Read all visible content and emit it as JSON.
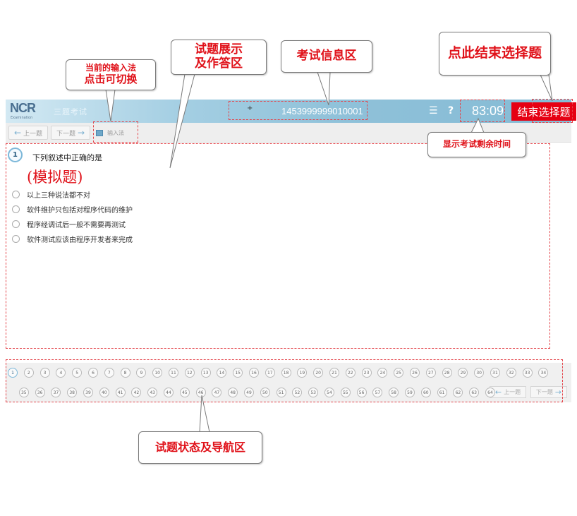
{
  "callouts": {
    "ime": [
      "当前的输入法",
      "点击可切换"
    ],
    "question_area": [
      "试题展示",
      "及作答区"
    ],
    "exam_info": "考试信息区",
    "end_select": "点此结束选择题",
    "time_left": "显示考试剩余时间",
    "nav_area": "试题状态及导航区"
  },
  "titlebar": {
    "logo_text": "NCR",
    "logo_sub": "Examination",
    "brand": "三题考试",
    "exam_id": "1453999999010001",
    "cursor_mark": "+",
    "list_icon": "list-check-icon",
    "list_glyph": "☰",
    "help_glyph": "?",
    "timer": "83:09",
    "end_button": "结束选择题",
    "accent_color": "#e60012"
  },
  "toolbar": {
    "prev_label": "上一题",
    "next_label": "下一题",
    "prev_arrow": "←",
    "next_arrow": "→",
    "ime_label": "输入法"
  },
  "question": {
    "number": "1",
    "stem": "下列叙述中正确的是",
    "tag": "(模拟题)",
    "options": [
      "以上三种说法都不对",
      "软件维护只包括对程序代码的维护",
      "程序经调试后一般不需要再测试",
      "软件测试应该由程序开发者来完成"
    ]
  },
  "navigation": {
    "row1": [
      "1",
      "2",
      "3",
      "4",
      "5",
      "6",
      "7",
      "8",
      "9",
      "10",
      "11",
      "12",
      "13",
      "14",
      "15",
      "16",
      "17",
      "18",
      "19",
      "20",
      "21",
      "22",
      "23",
      "24",
      "25",
      "26",
      "27",
      "28",
      "29",
      "30",
      "31",
      "32",
      "33",
      "34"
    ],
    "row2": [
      "35",
      "36",
      "37",
      "38",
      "39",
      "40",
      "41",
      "42",
      "43",
      "44",
      "45",
      "46",
      "47",
      "48",
      "49",
      "50",
      "51",
      "52",
      "53",
      "54",
      "55",
      "56",
      "57",
      "58",
      "59",
      "60",
      "61",
      "62",
      "63",
      "64"
    ],
    "current": "1",
    "prev_label": "上一题",
    "next_label": "下一题"
  }
}
